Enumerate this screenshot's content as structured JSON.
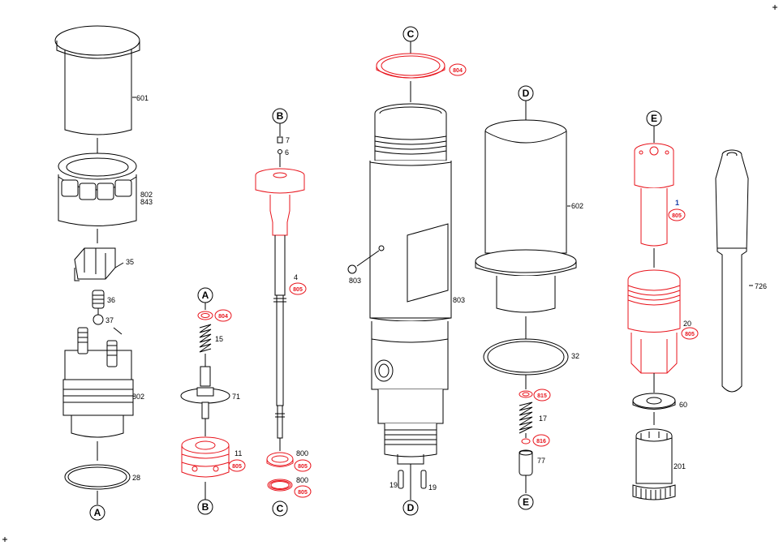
{
  "markers": {
    "a_top": "A",
    "a_bottom": "A",
    "b_top": "B",
    "b_bottom": "B",
    "c_top": "C",
    "c_bottom": "C",
    "d_top": "D",
    "d_bottom": "D",
    "e_top": "E",
    "e_bottom": "E"
  },
  "part_numbers": {
    "p601": "601",
    "p802a": "802",
    "p843": "843",
    "p35": "35",
    "p36": "36",
    "p37": "37",
    "p802b": "802",
    "p28": "28",
    "p15": "15",
    "p71": "71",
    "p11": "11",
    "p7": "7",
    "p6": "6",
    "p4": "4",
    "p800a": "800",
    "p800b": "800",
    "p803a": "803",
    "p803b": "803",
    "p19a": "19",
    "p19b": "19",
    "p602": "602",
    "p32": "32",
    "p17": "17",
    "p77": "77",
    "p1": "1",
    "p20": "20",
    "p60": "60",
    "p201": "201",
    "p726": "726"
  },
  "repair_codes": {
    "r804a": "804",
    "r804b": "804",
    "r805_11": "805",
    "r805_4": "805",
    "r805_800a": "805",
    "r805_800b": "805",
    "r815a": "815",
    "r816": "816",
    "r805_1": "805",
    "r805_20": "805"
  },
  "colors": {
    "line": "#000000",
    "repair": "#e8141c",
    "highlight_number": "#1a3fa8"
  }
}
